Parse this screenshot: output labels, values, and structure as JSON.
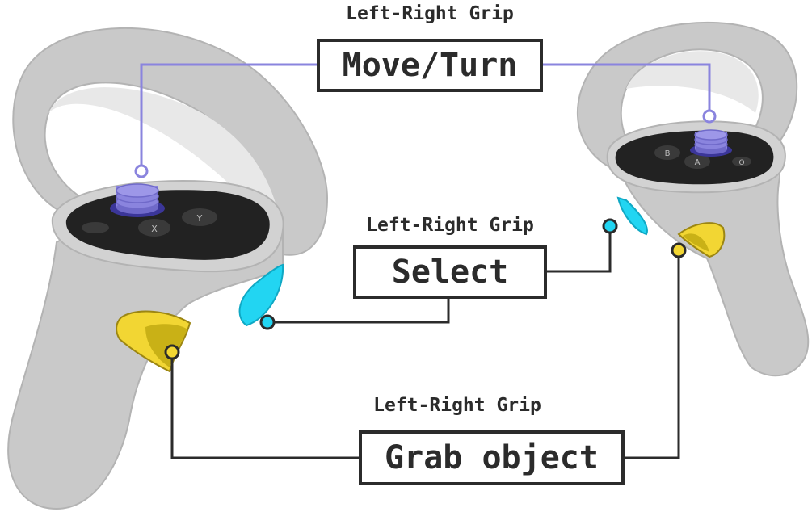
{
  "groups": [
    {
      "caption": "Left-Right Grip",
      "action": "Move/Turn"
    },
    {
      "caption": "Left-Right Grip",
      "action": "Select"
    },
    {
      "caption": "Left-Right Grip",
      "action": "Grab object"
    }
  ],
  "left_controller": {
    "buttons": [
      "X",
      "Y"
    ]
  },
  "right_controller": {
    "buttons": [
      "B",
      "A",
      "O"
    ]
  },
  "colors": {
    "shell": "#c9c9c9",
    "shell_stroke": "#b3b3b3",
    "face": "#222222",
    "thumbstick": "#8a84de",
    "trigger": "#22d5f2",
    "grip": "#f2d633",
    "line_dark": "#2b2b2b"
  }
}
